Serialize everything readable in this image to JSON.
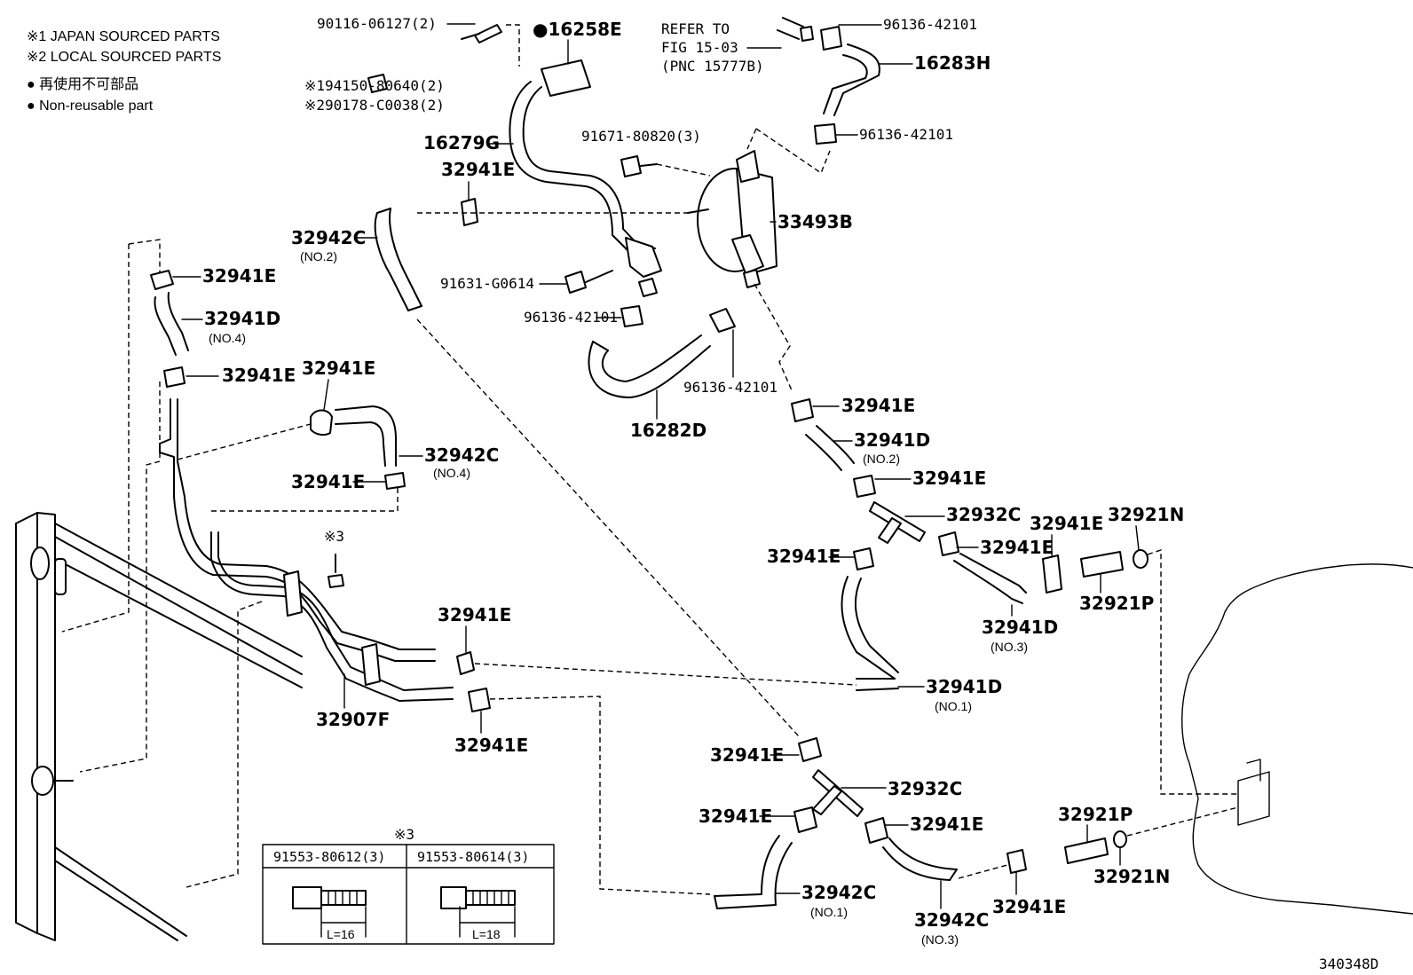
{
  "notes": {
    "n1": "※1 JAPAN SOURCED PARTS",
    "n2": "※2 LOCAL SOURCED PARTS",
    "n3": "● 再使用不可部品",
    "n4": "● Non-reusable part"
  },
  "refer": {
    "l1": "REFER TO",
    "l2": "FIG 15-03",
    "l3": "(PNC 15777B)"
  },
  "labels": {
    "p90116": "90116-06127(2)",
    "p16258E": "●16258E",
    "p94150": "※194150-80640(2)",
    "p90178": "※290178-C0038(2)",
    "p16279G": "16279G",
    "p96136a": "96136-42101",
    "p16283H": "16283H",
    "p96136b": "96136-42101",
    "p91671": "91671-80820(3)",
    "p32941E_top": "32941E",
    "p33493B": "33493B",
    "p32942C_no2": "32942C",
    "p32942C_no2_sub": "(NO.2)",
    "p91631": "91631-G0614",
    "p96136c": "96136-42101",
    "p96136d": "96136-42101",
    "p16282D": "16282D",
    "p32941E_l1": "32941E",
    "p32941D_no4": "32941D",
    "p32941D_no4_sub": "(NO.4)",
    "p32941E_l2": "32941E",
    "p32941E_l3": "32941E",
    "p32942C_no4": "32942C",
    "p32942C_no4_sub": "(NO.4)",
    "p32941E_l4": "32941E",
    "p32941E_r1": "32941E",
    "p32941D_no2": "32941D",
    "p32941D_no2_sub": "(NO.2)",
    "p32941E_r2": "32941E",
    "p32932C_a": "32932C",
    "p32941E_r3": "32941E",
    "p32921N_a": "32921N",
    "p32941E_r4": "32941E",
    "p32941E_r5": "32941E",
    "p32921P_a": "32921P",
    "p32941D_no3": "32941D",
    "p32941D_no3_sub": "(NO.3)",
    "p32941E_m1": "32941E",
    "p32941D_no1": "32941D",
    "p32941D_no1_sub": "(NO.1)",
    "p32907F": "32907F",
    "p32941E_m2": "32941E",
    "p32941E_b1": "32941E",
    "p32932C_b": "32932C",
    "p32941E_b2": "32941E",
    "p32941E_b3": "32941E",
    "p32921P_b": "32921P",
    "p32942C_no1": "32942C",
    "p32942C_no1_sub": "(NO.1)",
    "p32942C_no3": "32942C",
    "p32942C_no3_sub": "(NO.3)",
    "p32941E_b4": "32941E",
    "p32921N_b": "32921N",
    "ref3": "※3"
  },
  "table": {
    "mark": "※3",
    "col1": "91553-80612(3)",
    "col2": "91553-80614(3)",
    "len1": "L=16",
    "len2": "L=18"
  },
  "figure_id": "340348D"
}
